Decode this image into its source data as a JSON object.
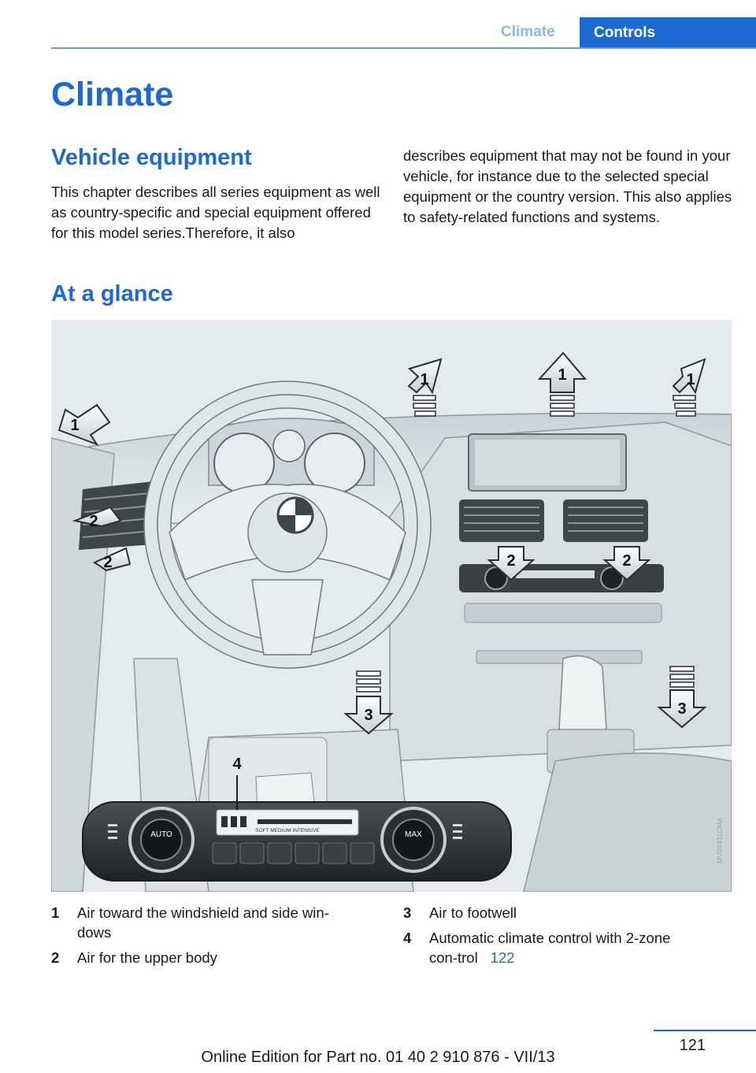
{
  "header": {
    "section": "Climate",
    "chapter": "Controls"
  },
  "title": "Climate",
  "vehicle_equipment": {
    "heading": "Vehicle equipment",
    "text_left": "This chapter describes all series equipment as well as country-specific and special equipment offered for this model series.Therefore, it also",
    "text_right": "describes equipment that may not be found in your vehicle, for instance due to the selected special equipment or the country version. This also applies to safety-related functions and systems."
  },
  "glance_heading": "At a glance",
  "figure": {
    "callouts": [
      "1",
      "2",
      "3",
      "4"
    ],
    "display_text": "SOFT  MEDIUM  INTENSIVE",
    "auto_label": "AUTO",
    "max_label": "MAX",
    "watermark": "MV09431CMA"
  },
  "legend": [
    {
      "num": "1",
      "text": "Air toward the windshield and side win-dows"
    },
    {
      "num": "2",
      "text": "Air for the upper body"
    },
    {
      "num": "3",
      "text": "Air to footwell"
    },
    {
      "num": "4",
      "text": "Automatic climate control with 2-zone con-trol",
      "page_ref": "122"
    }
  ],
  "footer": {
    "page_number": "121",
    "edition": "Online Edition for Part no. 01 40 2 910 876 - VII/13"
  },
  "colors": {
    "accent": "#1c69d4",
    "figure_bg": "#dfe7ea"
  }
}
